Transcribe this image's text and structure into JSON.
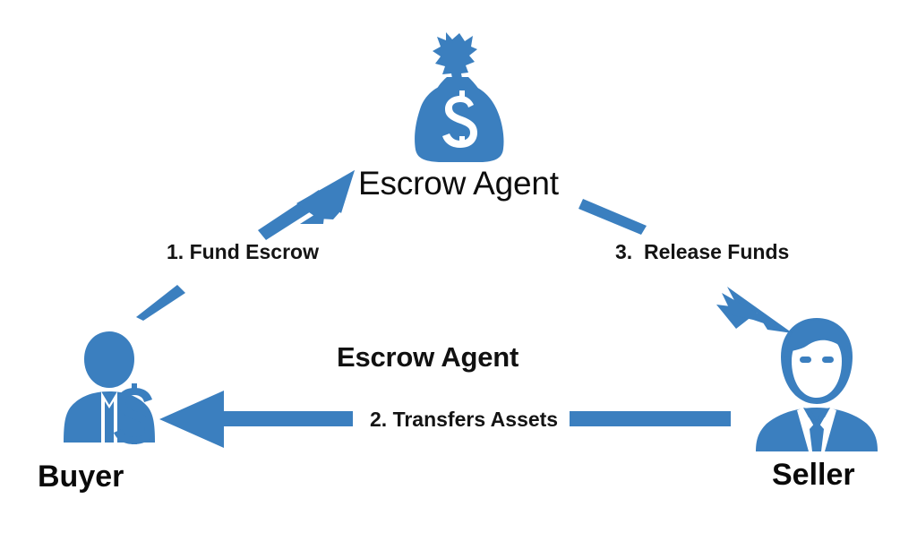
{
  "diagram": {
    "title": "Escrow Agent",
    "center_label": "Escrow Agent",
    "accent_color": "#3B7FBF",
    "text_color": "#111111",
    "background_color": "#FFFFFF"
  },
  "nodes": {
    "escrow_agent": {
      "label": "Escrow Agent",
      "icon": "money-bag-icon",
      "symbol": "$"
    },
    "buyer": {
      "label": "Buyer",
      "icon": "person-with-dollar-icon",
      "symbol": "$"
    },
    "seller": {
      "label": "Seller",
      "icon": "businessman-icon"
    }
  },
  "steps": [
    {
      "number": "1.",
      "label": "1. Fund Escrow",
      "from": "Buyer",
      "to": "Escrow Agent",
      "direction": "up-right"
    },
    {
      "number": "2.",
      "label": "2. Transfers Assets",
      "from": "Seller",
      "to": "Buyer",
      "direction": "left"
    },
    {
      "number": "3.",
      "label": "3.  Release Funds",
      "from": "Escrow Agent",
      "to": "Seller",
      "direction": "down-right"
    }
  ]
}
